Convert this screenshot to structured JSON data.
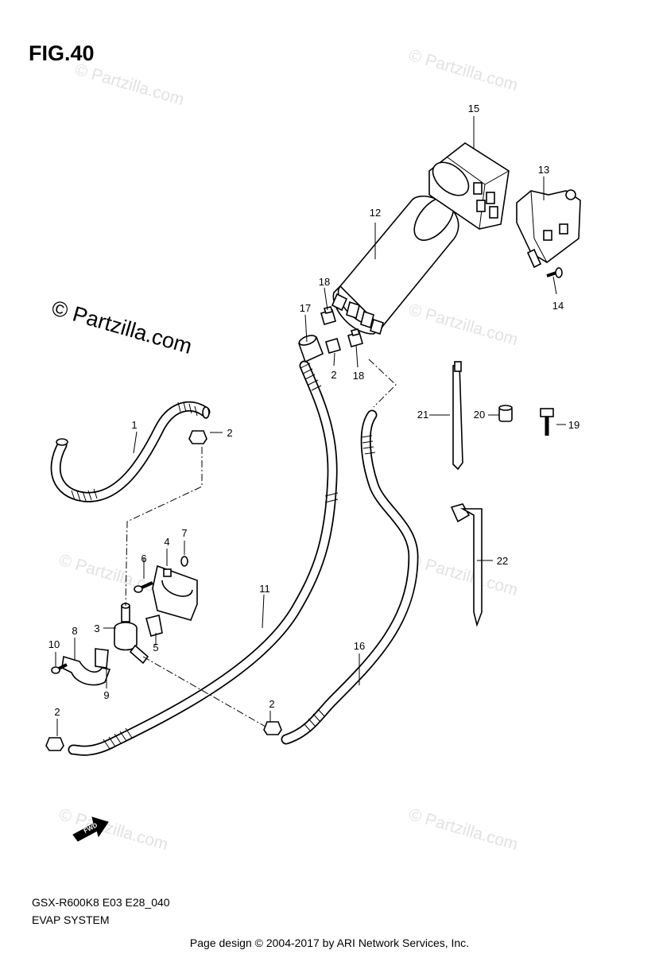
{
  "figure": {
    "title": "FIG.40"
  },
  "watermark": {
    "small_text": "© Partzilla.com",
    "large_text": "© Partzilla.com"
  },
  "parts": [
    {
      "id": 1,
      "label": "1"
    },
    {
      "id": 2,
      "label": "2"
    },
    {
      "id": 3,
      "label": "3"
    },
    {
      "id": 4,
      "label": "4"
    },
    {
      "id": 5,
      "label": "5"
    },
    {
      "id": 6,
      "label": "6"
    },
    {
      "id": 7,
      "label": "7"
    },
    {
      "id": 8,
      "label": "8"
    },
    {
      "id": 9,
      "label": "9"
    },
    {
      "id": 10,
      "label": "10"
    },
    {
      "id": 11,
      "label": "11"
    },
    {
      "id": 12,
      "label": "12"
    },
    {
      "id": 13,
      "label": "13"
    },
    {
      "id": 14,
      "label": "14"
    },
    {
      "id": 15,
      "label": "15"
    },
    {
      "id": 16,
      "label": "16"
    },
    {
      "id": 17,
      "label": "17"
    },
    {
      "id": 18,
      "label": "18"
    },
    {
      "id": 19,
      "label": "19"
    },
    {
      "id": 20,
      "label": "20"
    },
    {
      "id": 21,
      "label": "21"
    },
    {
      "id": 22,
      "label": "22"
    }
  ],
  "fwd_arrow_text": "FWD",
  "model_code": "GSX-R600K8 E03 E28_040",
  "system_name": "EVAP SYSTEM",
  "footer": "Page design © 2004-2017 by ARI Network Services, Inc."
}
